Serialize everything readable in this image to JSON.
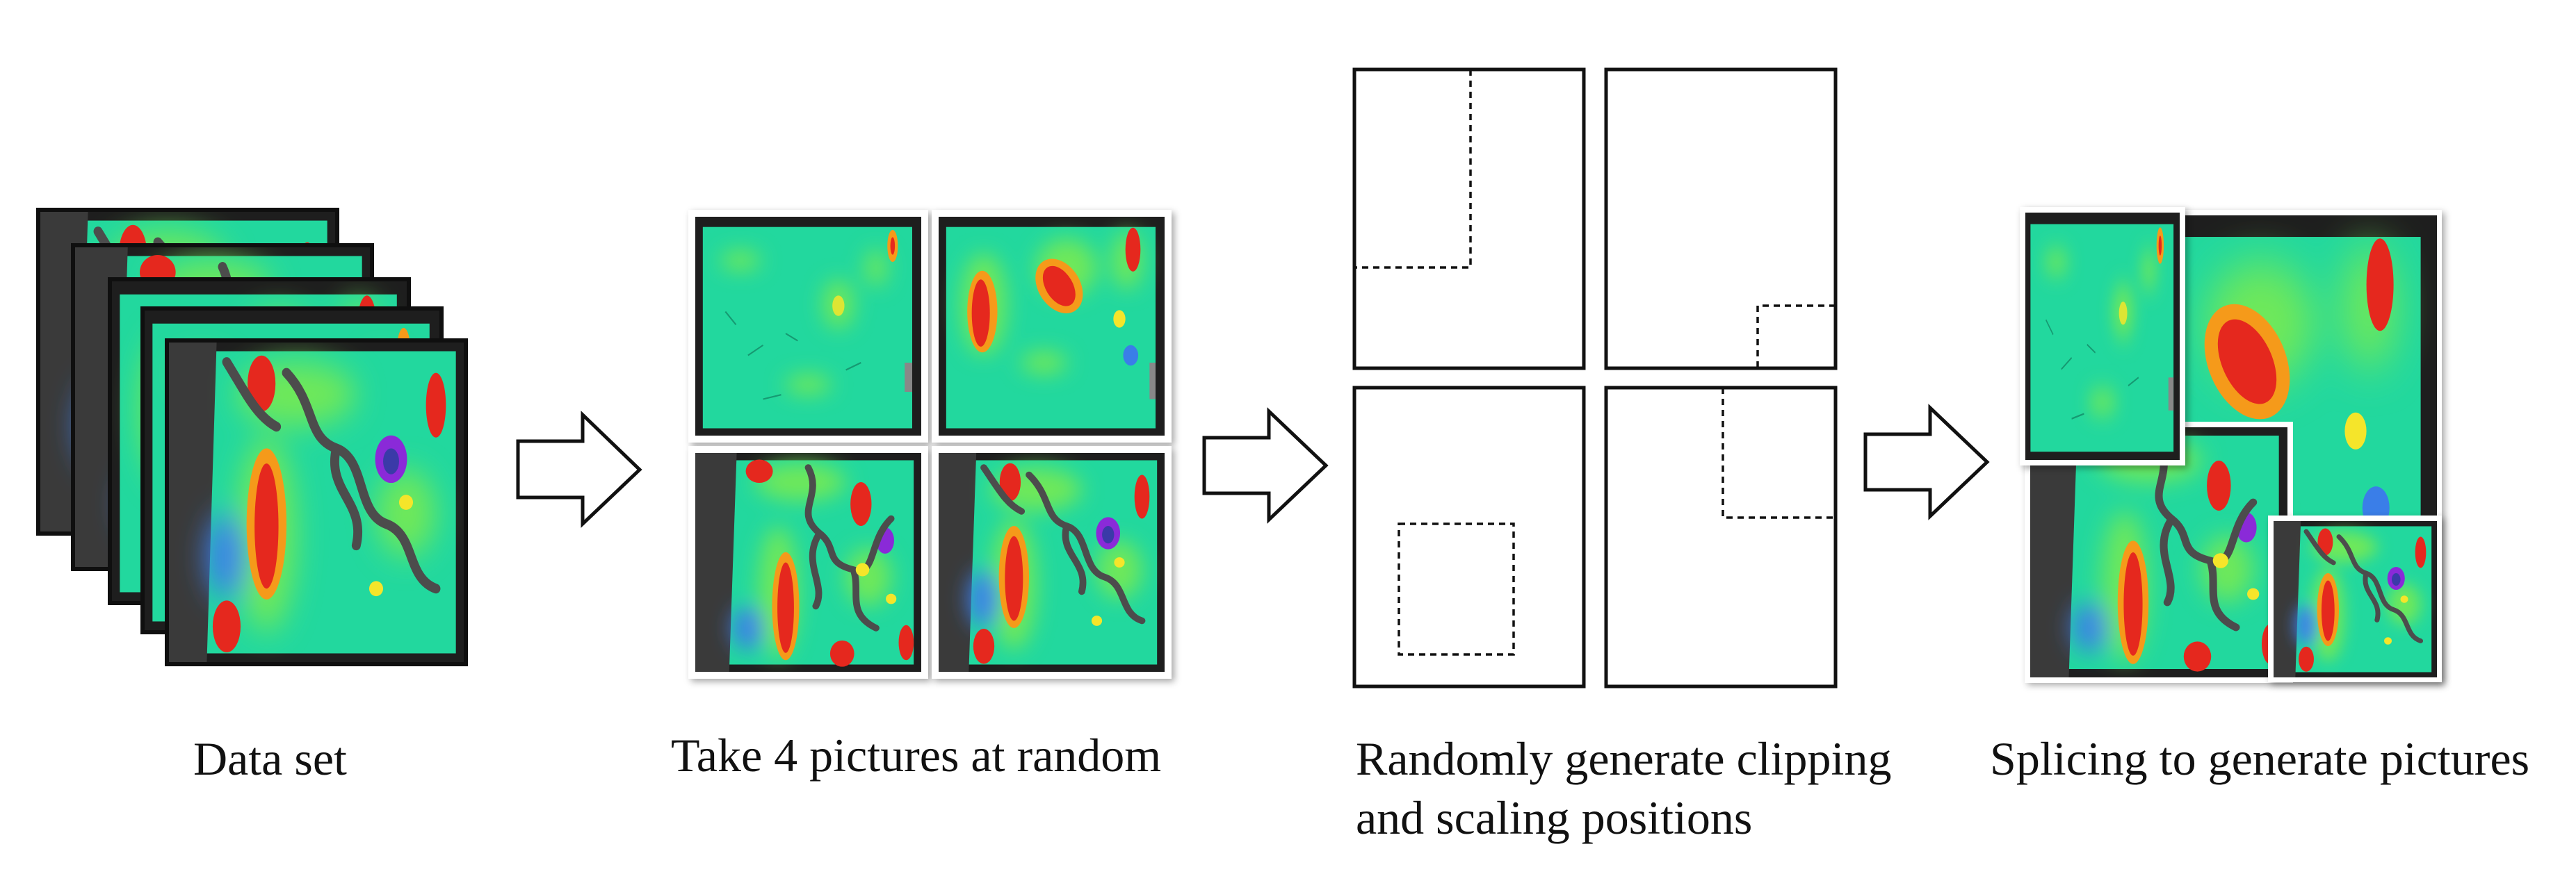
{
  "captions": {
    "dataset": "Data set",
    "take": "Take 4 pictures at random",
    "random_line1": "Randomly generate clipping",
    "random_line2": "and scaling positions",
    "splice": "Splicing to generate pictures"
  },
  "icons": {
    "step_arrow": "right-hollow-arrow-icon"
  },
  "colors": {
    "background": "#ffffff",
    "frame": "#1a1a1a",
    "base_green": "#22d89e",
    "mid_green": "#6ee85a",
    "yellow": "#f5e52a",
    "orange": "#f59a1a",
    "red": "#e5281e",
    "blue": "#3a7ee8",
    "purple": "#8a2ad8",
    "crack": "#555555"
  }
}
